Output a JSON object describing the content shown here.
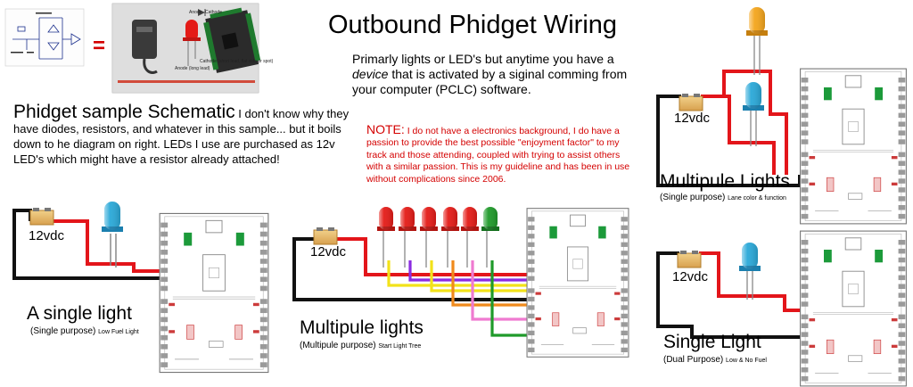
{
  "title": "Outbound Phidget Wiring",
  "intro": {
    "part1": "Primarly lights or LED's but anytime you have a ",
    "emph": "device",
    "part2": " that is activated by a siginal comming from your computer (PCLC) software."
  },
  "sample": {
    "heading": "Phidget sample Schematic",
    "body": " I don't know why they have diodes, resistors, and whatever in this sample... but it boils down to he diagram on right. LEDs I use are purchased as 12v LED's which might have a resistor already attached!"
  },
  "note": {
    "heading": "NOTE:",
    "body": " I do not have a electronics background, I do have a passion to provide the best possible \"enjoyment factor\" to my track and those attending, coupled with trying to assist others with a similar passion. This is my guideline and has been in use without complications since 2006."
  },
  "equals": "=",
  "photo": {
    "anode": "Anode",
    "cathode": "Cathode",
    "anode_long": "Anode (long lead)",
    "cathode_short": "Cathode (short lead, flat side or spot)"
  },
  "diagrams": {
    "single_light": {
      "power": "12vdc",
      "caption": "A single light",
      "purpose": "(Single purpose)",
      "detail": "Low Fuel Light"
    },
    "multi_lights_tree": {
      "power": "12vdc",
      "caption": "Multipule lights",
      "purpose": "(Multipule purpose)",
      "detail": "Start Light Tree"
    },
    "multi_lights_lane": {
      "power": "12vdc",
      "caption": "Multipule Lights",
      "purpose": "(Single purpose)",
      "detail": "Lane color & function"
    },
    "single_light_dual": {
      "power": "12vdc",
      "caption": "Single Light",
      "purpose": "(Dual Purpose)",
      "detail": "Low & No Fuel"
    }
  },
  "colors": {
    "wire_red": "#e3151a",
    "wire_black": "#111111",
    "led_blue": "#2aa8d8",
    "led_red": "#e41b17",
    "led_green": "#1f9a2a",
    "led_amber": "#f4a51c",
    "wire_purple": "#8b2be0",
    "wire_yellow": "#f2e21a",
    "wire_pink": "#ef7ad0",
    "wire_orange": "#f08a1c",
    "board_green": "#1c9a3a"
  }
}
